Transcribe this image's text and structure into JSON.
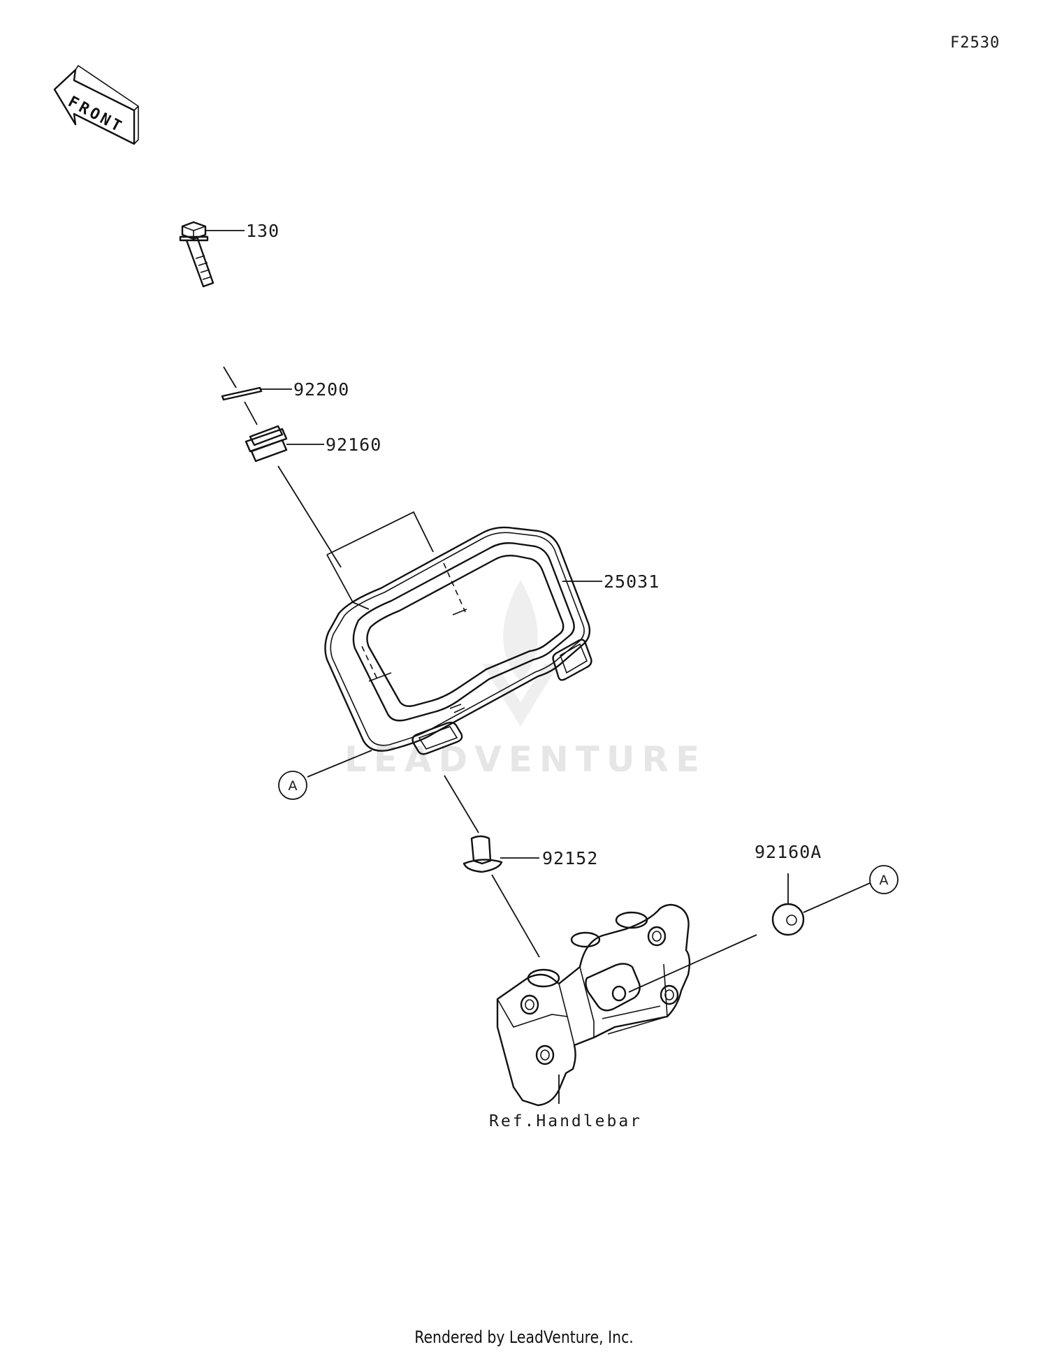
{
  "figure_code": "F2530",
  "front_indicator": {
    "text": "FRONT",
    "icon": "front-arrow-icon"
  },
  "callouts": {
    "a_left": "A",
    "a_right": "A"
  },
  "parts": [
    {
      "number": "130"
    },
    {
      "number": "92200"
    },
    {
      "number": "92160"
    },
    {
      "number": "25031"
    },
    {
      "number": "92152"
    },
    {
      "number": "92160A"
    }
  ],
  "reference_label": "Ref.Handlebar",
  "watermark": "LEADVENTURE",
  "footer": "Rendered by LeadVenture, Inc."
}
